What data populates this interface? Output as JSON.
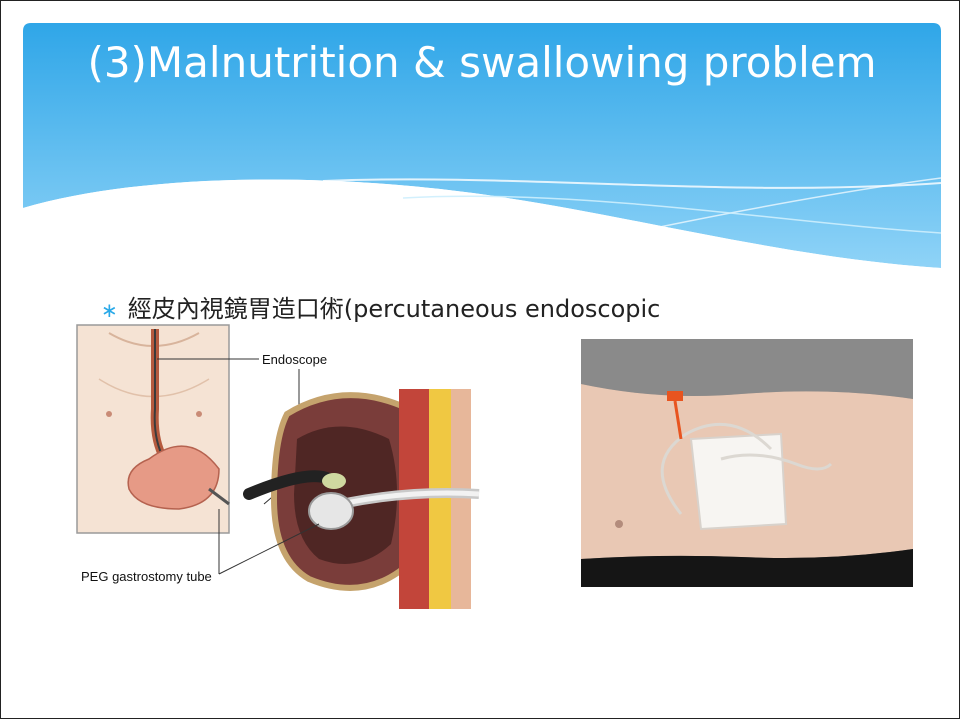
{
  "slide": {
    "title": "(3)Malnutrition & swallowing problem",
    "bullet": "經皮內視鏡胃造口術(percutaneous endoscopic",
    "bullet_marker": "∗"
  },
  "figure_left": {
    "labels": {
      "endoscope": "Endoscope",
      "tube": "PEG gastrostomy tube"
    }
  },
  "colors": {
    "header_top": "#2fa6e8",
    "header_bottom": "#8fd3f7",
    "accent": "#29a9e8"
  }
}
